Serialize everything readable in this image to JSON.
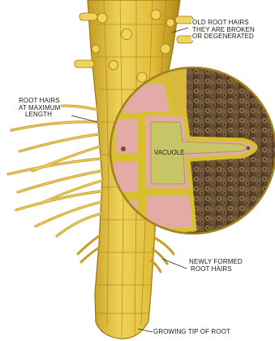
{
  "labels": {
    "old_root_hairs": [
      "OLD ROOT HAIRS",
      "THEY ARE BROKEN",
      "OR DEGENERATED"
    ],
    "root_hairs_max": [
      "ROOT HAIRS",
      "AT MAXIMUM",
      "LENGTH"
    ],
    "vacuole": "VACUOLE",
    "newly_formed": [
      "NEWLY FORMED",
      "ROOT HAIRS"
    ],
    "growing_tip": "GROWING TIP OF ROOT"
  },
  "colors": {
    "root_yellow": "#e9c843",
    "root_shadow": "#b58e1e",
    "cell_wall": "#d8c330",
    "cytoplasm_pink": "#e4aaa6",
    "vacuole_green": "#c7c568",
    "soil_brown": "#6e5433",
    "soil_dark": "#3e2c17"
  }
}
